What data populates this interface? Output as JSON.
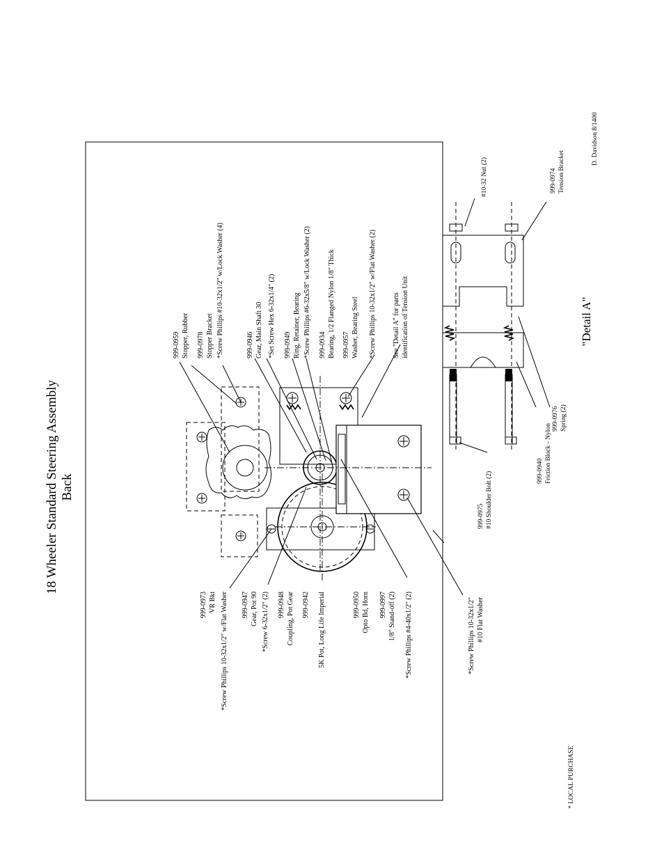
{
  "title": {
    "line1": "18 Wheeler Standard Steering Assembly",
    "line2": "Back"
  },
  "author": "D. Davidson 8/1400",
  "footnote": "* LOCAL PURCHASE",
  "right_labels": [
    {
      "part": "999-0959",
      "desc": "Stopper, Rubber"
    },
    {
      "part": "999-0978",
      "desc": "Stopper Bracket"
    },
    {
      "part": "",
      "desc": "*Screw Phillips #10-32x1/2\" w/Lock Washer (4)"
    },
    {
      "part": "999-0946",
      "desc": "Gear, Main Shaft 30"
    },
    {
      "part": "",
      "desc": "*Set Screw Hex 6-32x1/4\" (2)"
    },
    {
      "part": "999-0949",
      "desc": "Ring, Retainer, Bearing"
    },
    {
      "part": "",
      "desc": "*Screw Phillips #6-32x5/8\" w/Lock Washer (2)"
    },
    {
      "part": "999-0934",
      "desc": "Bearing, 1/2 Flanged Nylon 1/8\" Thick"
    },
    {
      "part": "999-0957",
      "desc": "Washer, Bearing Steel"
    },
    {
      "part": "",
      "desc": "*Screw Phillips 10-32x1/2\" w/Flat Washer (2)"
    },
    {
      "part": "See \"Detail A\" for parts",
      "desc": "identification of Tension Unit"
    }
  ],
  "left_labels": [
    {
      "part": "999-0973",
      "desc": "VR Bkt"
    },
    {
      "part": "",
      "desc": "*Screw Phillips 10-32x1/2\" w/Flat Washer"
    },
    {
      "part": "999-0947",
      "desc": "Gear, Pot 90"
    },
    {
      "part": "",
      "desc": "*Screw 6-32x1/2\" (2)"
    },
    {
      "part": "999-0948",
      "desc": "Coupling, Pot Gear"
    },
    {
      "part": "999-0942",
      "desc": "5K Pot, Long Life Imperial"
    },
    {
      "part": "999-0950",
      "desc": "Opto Bd, Horn"
    },
    {
      "part": "999-0997",
      "desc": "1/8\" Stand-off (2)"
    },
    {
      "part": "",
      "desc": "*Screw Phillips #4-40x1/2\" (2)"
    }
  ],
  "bottom_labels": [
    {
      "part": "",
      "desc": "*Screw Phillips 10-32x1/2\"",
      "desc2": "#10 Flat Washer"
    },
    {
      "part": "999-0975",
      "desc": "#10 Shoulder Bolt (2)"
    },
    {
      "part": "999-0940",
      "desc": "Friction Block - Nylon"
    },
    {
      "part": "999-0976",
      "desc": "Spring (2)"
    },
    {
      "part": "999-0974",
      "desc": "Tension Bracket"
    },
    {
      "part": "",
      "desc": "#10-32 Nut (2)"
    }
  ],
  "detail_label": "\"Detail A\""
}
